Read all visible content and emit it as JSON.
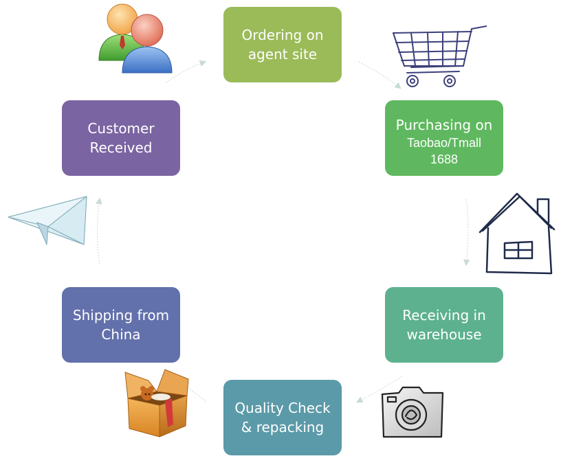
{
  "steps": [
    {
      "lines": [
        "Ordering on",
        "agent site"
      ]
    },
    {
      "lines": [
        "Purchasing on",
        "Taobao/Tmall",
        "1688"
      ]
    },
    {
      "lines": [
        "Receiving in",
        "warehouse"
      ]
    },
    {
      "lines": [
        "Quality Check",
        "& repacking"
      ]
    },
    {
      "lines": [
        "Shipping from",
        "China"
      ]
    },
    {
      "lines": [
        "Customer",
        "Received"
      ]
    }
  ],
  "colors": {
    "ordering": "#9bbb59",
    "purchasing": "#5fb85f",
    "receiving": "#5db18f",
    "quality_check": "#5b9aa8",
    "shipping": "#6270ab",
    "customer": "#7b64a2",
    "connector": "#b9d7c9"
  },
  "icons": [
    "users-icon",
    "shopping-cart-icon",
    "house-icon",
    "camera-icon",
    "package-box-icon",
    "paper-plane-icon"
  ]
}
